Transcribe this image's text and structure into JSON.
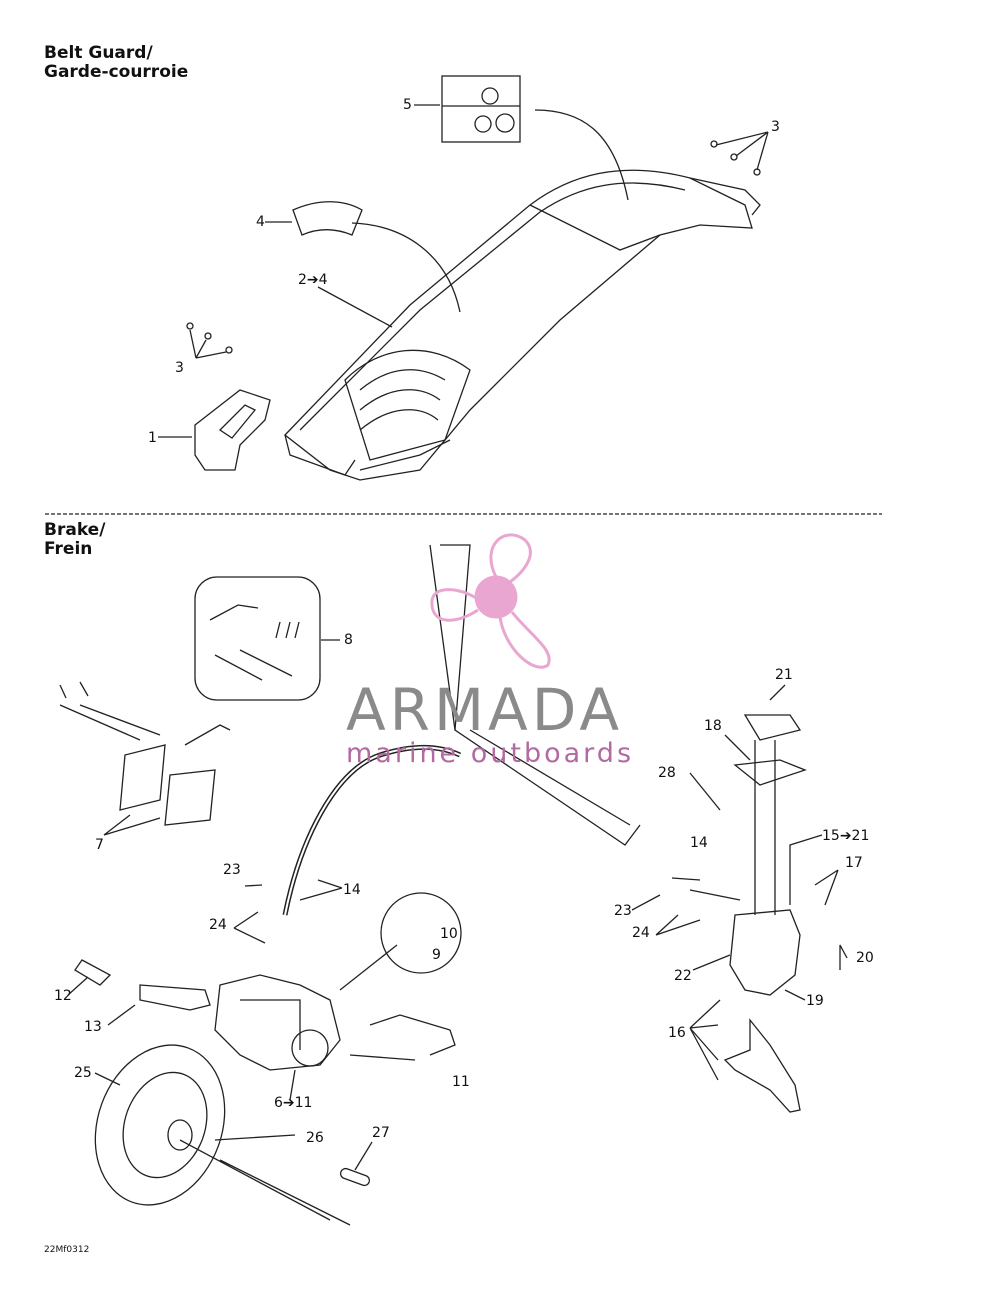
{
  "sections": {
    "belt_guard": [
      "Belt Guard/",
      "Garde-courroie"
    ],
    "brake": [
      "Brake/",
      "Frein"
    ]
  },
  "callouts": {
    "c1": "1",
    "c2": "2➔4",
    "c3a": "3",
    "c3b": "3",
    "c4": "4",
    "c5": "5",
    "c6": "6➔11",
    "c7": "7",
    "c8": "8",
    "c9": "9",
    "c10": "10",
    "c11a": "11",
    "c12": "12",
    "c13": "13",
    "c14a": "14",
    "c14b": "14",
    "c15": "15➔21",
    "c16": "16",
    "c17": "17",
    "c18": "18",
    "c19": "19",
    "c20": "20",
    "c21": "21",
    "c22": "22",
    "c23a": "23",
    "c23b": "23",
    "c24a": "24",
    "c24b": "24",
    "c25": "25",
    "c26": "26",
    "c27": "27",
    "c28": "28"
  },
  "figure_code": "22Mf0312",
  "watermark": {
    "brand": "ARMADA",
    "tagline": "marine outboards"
  },
  "colors": {
    "watermark_pink": "#e9a6d1",
    "watermark_grey": "#8a8a8a"
  }
}
